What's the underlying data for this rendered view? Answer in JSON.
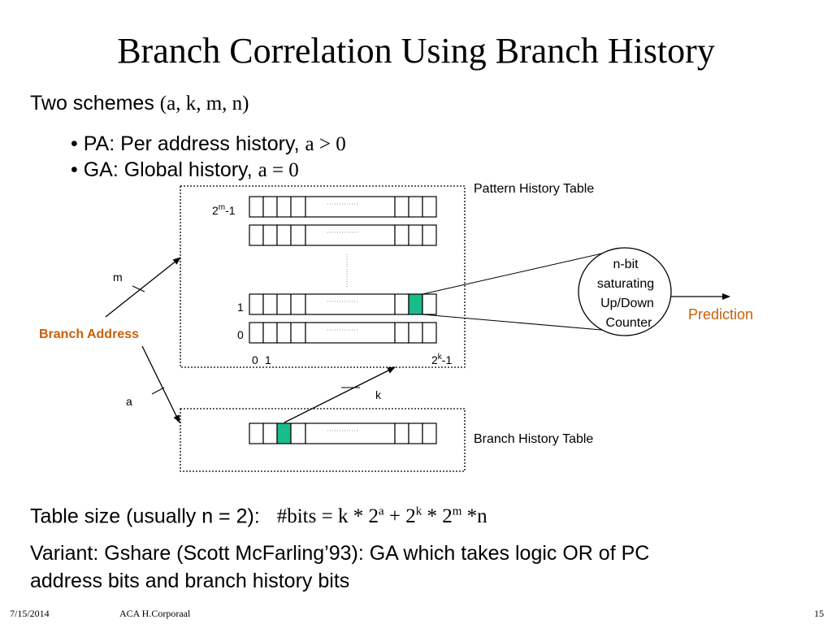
{
  "title": "Branch Correlation Using Branch History",
  "schemes": {
    "label": "Two schemes",
    "params": "(a, k, m, n)"
  },
  "bullets": [
    {
      "text": "• PA: Per address history,",
      "math": "a > 0"
    },
    {
      "text": "• GA: Global history,",
      "math": "a = 0"
    }
  ],
  "diagram": {
    "pht_label": "Pattern History Table",
    "bht_label": "Branch History Table",
    "row_label_top": "2",
    "row_label_top_exp": "m",
    "row_label_top_suffix": "-1",
    "row_label_1": "1",
    "row_label_0": "0",
    "col_label_0": "0",
    "col_label_1": "1",
    "col_label_last": "2",
    "col_label_last_exp": "k",
    "col_label_last_suffix": "-1",
    "branch_address": "Branch Address",
    "label_m": "m",
    "label_a": "a",
    "label_k": "k",
    "counter_lines": [
      "n-bit",
      "saturating",
      "Up/Down",
      "Counter"
    ],
    "prediction": "Prediction",
    "accent_color": "#c8600a",
    "highlight_color": "#1abc8c"
  },
  "table_size": {
    "label": "Table size (usually n = 2):",
    "formula_a": "#bits = k * 2",
    "exp_a": "a",
    "formula_b": " + 2",
    "exp_k": "k",
    "formula_c": " * 2",
    "exp_m": "m",
    "formula_d": " *n"
  },
  "variant": {
    "line1": "Variant: Gshare (Scott McFarling’93): GA which takes logic OR of PC",
    "line2": "address bits and branch history bits"
  },
  "footer": {
    "date": "7/15/2014",
    "author": "ACA H.Corporaal",
    "page": "15"
  }
}
